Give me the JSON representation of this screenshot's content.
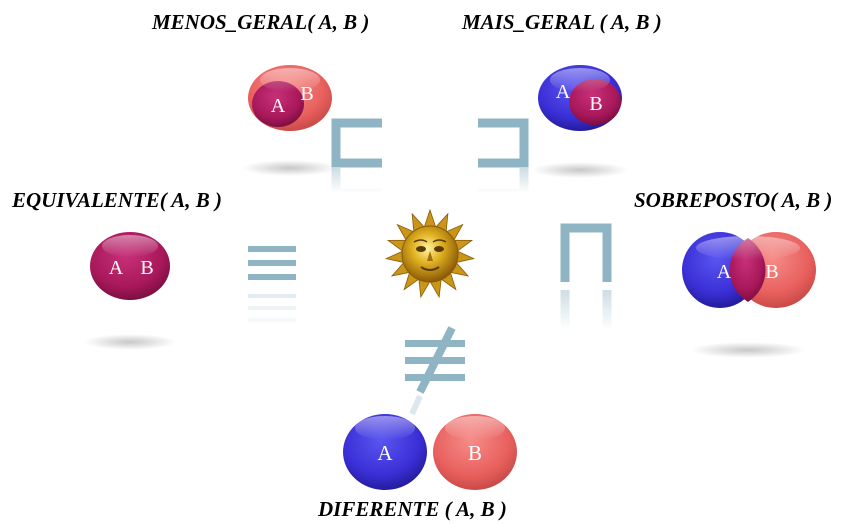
{
  "labels": {
    "menos_geral": "MENOS_GERAL( A, B )",
    "mais_geral": "MAIS_GERAL ( A, B )",
    "equivalente": "EQUIVALENTE( A, B )",
    "sobreposto": "SOBREPOSTO( A, B )",
    "diferente": "DIFERENTE ( A, B )"
  },
  "sets": {
    "a": "A",
    "b": "B"
  },
  "symbols": {
    "subset": "⊏",
    "superset": "⊐",
    "equivalent": "≡",
    "intersection": "⊓",
    "not_equivalent": "≢"
  },
  "colors": {
    "blue": "#3a2fd6",
    "coral": "#e8605e",
    "magenta": "#a8185a",
    "symbol": "#8fb4c4"
  },
  "icons": {
    "center": "sun-icon"
  }
}
